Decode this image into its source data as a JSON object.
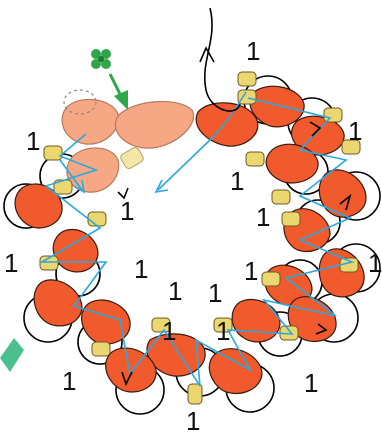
{
  "labels": [
    "1",
    "1",
    "1",
    "1",
    "1",
    "1",
    "1",
    "1",
    "1",
    "1",
    "1",
    "1",
    "1",
    "1",
    "1",
    "1",
    "1"
  ],
  "icons": {
    "marker": "four-leaf-clover-icon",
    "start_arrow": "down-arrow-icon",
    "next_step": "arrow-icon"
  },
  "colors": {
    "petal_active": "#f05a2c",
    "petal_highlight": "#f6a885",
    "bead": "#ecd670",
    "bead_highlight": "#f4e6a6",
    "thread_main": "#000000",
    "thread_path": "#2aa8de",
    "clover": "#2fa64a",
    "arrow_teal": "#4cbf8f"
  }
}
